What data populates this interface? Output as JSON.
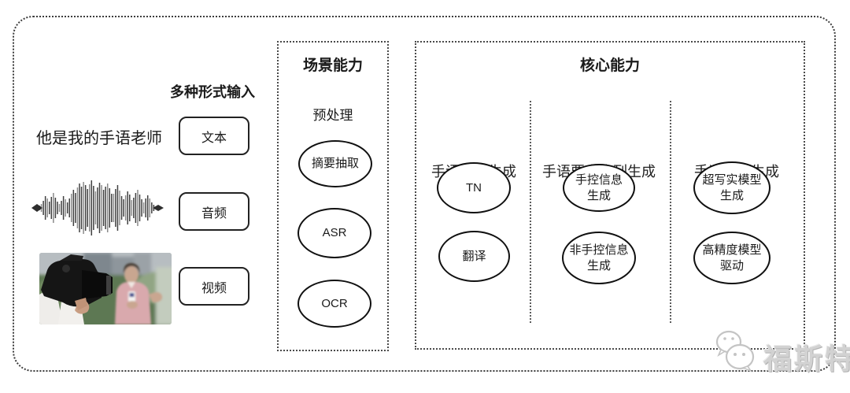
{
  "input_section": {
    "header": "多种形式输入",
    "sample_text": "他是我的手语老师",
    "items": [
      {
        "label": "文本"
      },
      {
        "label": "音频"
      },
      {
        "label": "视频"
      }
    ],
    "media": [
      {
        "icon": "audio-waveform-image"
      },
      {
        "icon": "video-thumbnail-image"
      }
    ]
  },
  "scene_box": {
    "title": "场景能力",
    "subtitle": "预处理",
    "nodes": [
      "摘要抽取",
      "ASR",
      "OCR"
    ]
  },
  "core_box": {
    "title": "核心能力",
    "columns": [
      {
        "header": "手语文本生成",
        "nodes": [
          "TN",
          "翻译"
        ]
      },
      {
        "header": "手语要素序列生成",
        "nodes": [
          "手控信息\n生成",
          "非手控信息\n生成"
        ]
      },
      {
        "header": "手语视频生成",
        "nodes": [
          "超写实模型\n生成",
          "高精度模型\n驱动"
        ]
      }
    ]
  },
  "watermark": {
    "text": "福斯特",
    "logo": "wechat-logo"
  },
  "colors": {
    "border": "#3c3c3c",
    "node_stroke": "#101010",
    "watermark_gray": "#d2d2d2"
  }
}
